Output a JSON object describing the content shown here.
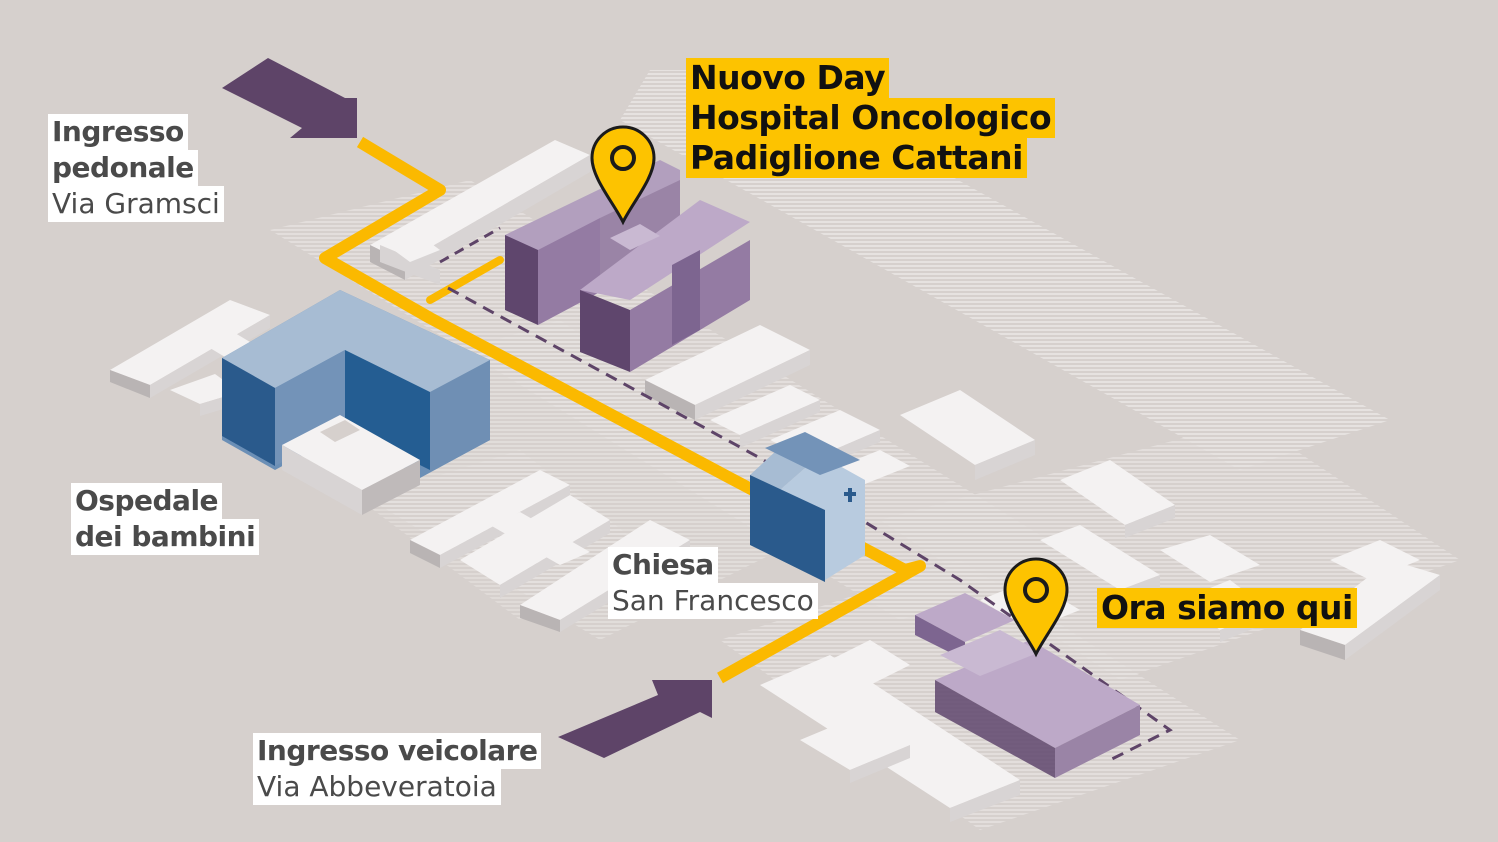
{
  "colors": {
    "background": "#d6d0cd",
    "path": "#fbb900",
    "arrow": "#5e4468",
    "pin": "#fdc300",
    "highlight_bg": "#fdc300",
    "building_purple": "#9a84a6",
    "building_blue": "#2d5f92",
    "building_white": "#f3f1f1"
  },
  "labels": {
    "pedestrian_entrance": {
      "line1": "Ingresso",
      "line2": "pedonale",
      "street": "Via Gramsci"
    },
    "childrens_hospital": {
      "line1": "Ospedale",
      "line2": "dei bambini"
    },
    "church": {
      "name": "Chiesa",
      "sub": "San Francesco"
    },
    "vehicle_entrance": {
      "title": "Ingresso veicolare",
      "street": "Via Abbeveratoia"
    },
    "destination": {
      "line1": "Nuovo Day",
      "line2": "Hospital Oncologico",
      "line3": "Padiglione Cattani"
    },
    "current_location": "Ora siamo qui"
  },
  "icons": {
    "destination_pin": "map-pin-icon",
    "current_pin": "map-pin-icon",
    "entrance_arrows": "arrow-right-icon",
    "church_cross": "cross-icon"
  }
}
